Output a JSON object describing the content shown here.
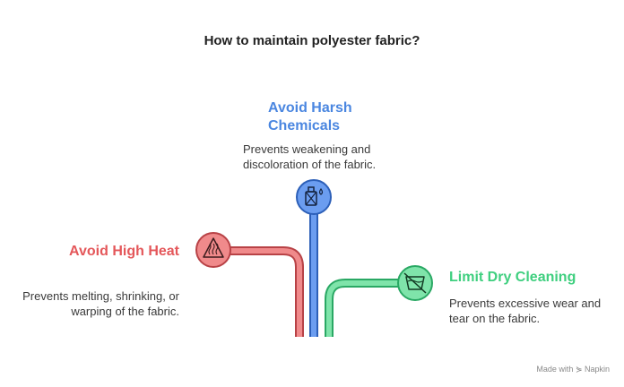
{
  "title": "How to maintain polyester fabric?",
  "items": [
    {
      "heading": "Avoid High Heat",
      "description": "Prevents melting, shrinking, or warping of the fabric.",
      "icon": "heat-warning-icon",
      "color": "#e4575a"
    },
    {
      "heading": "Avoid Harsh Chemicals",
      "description": "Prevents weakening and discoloration of the fabric.",
      "icon": "chemical-bottle-icon",
      "color": "#4a86e0"
    },
    {
      "heading": "Limit Dry Cleaning",
      "description": "Prevents excessive wear and tear on the fabric.",
      "icon": "no-dry-cleaning-icon",
      "color": "#3fcf7f"
    }
  ],
  "footer": "Made with ⋟ Napkin"
}
